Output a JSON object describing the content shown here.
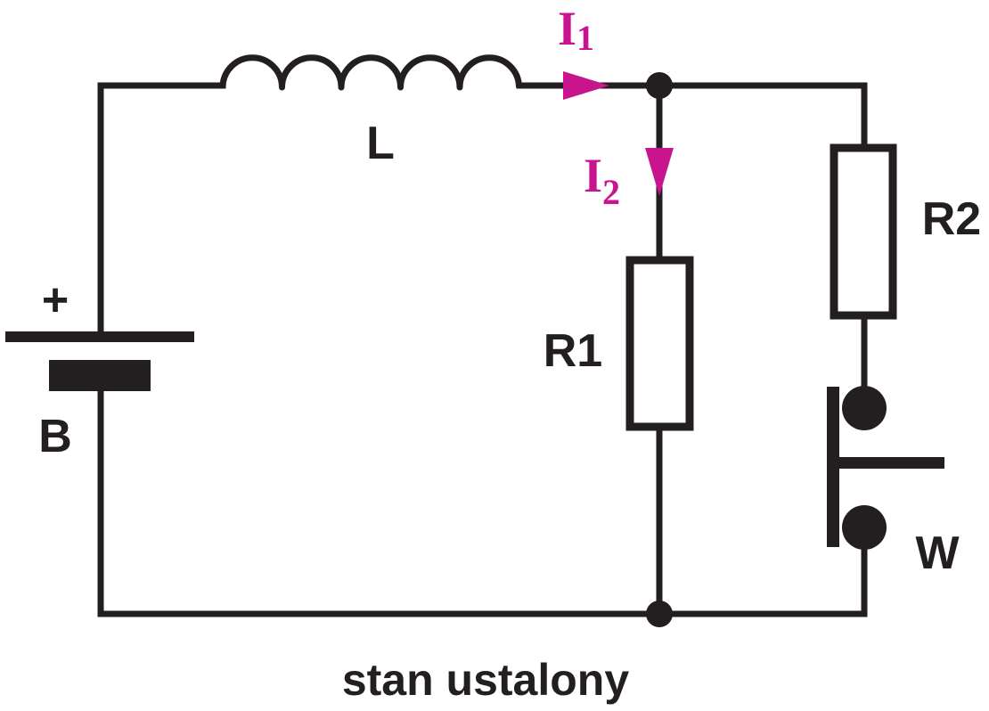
{
  "colors": {
    "wire": "#231f20",
    "current": "#c8148f",
    "background": "#ffffff"
  },
  "labels": {
    "inductor": "L",
    "battery": "B",
    "battery_plus": "+",
    "resistor1": "R1",
    "resistor2": "R2",
    "switch": "W"
  },
  "currents": {
    "i1": {
      "symbol": "I",
      "subscript": "1"
    },
    "i2": {
      "symbol": "I",
      "subscript": "2"
    }
  },
  "caption": "stan ustalony"
}
